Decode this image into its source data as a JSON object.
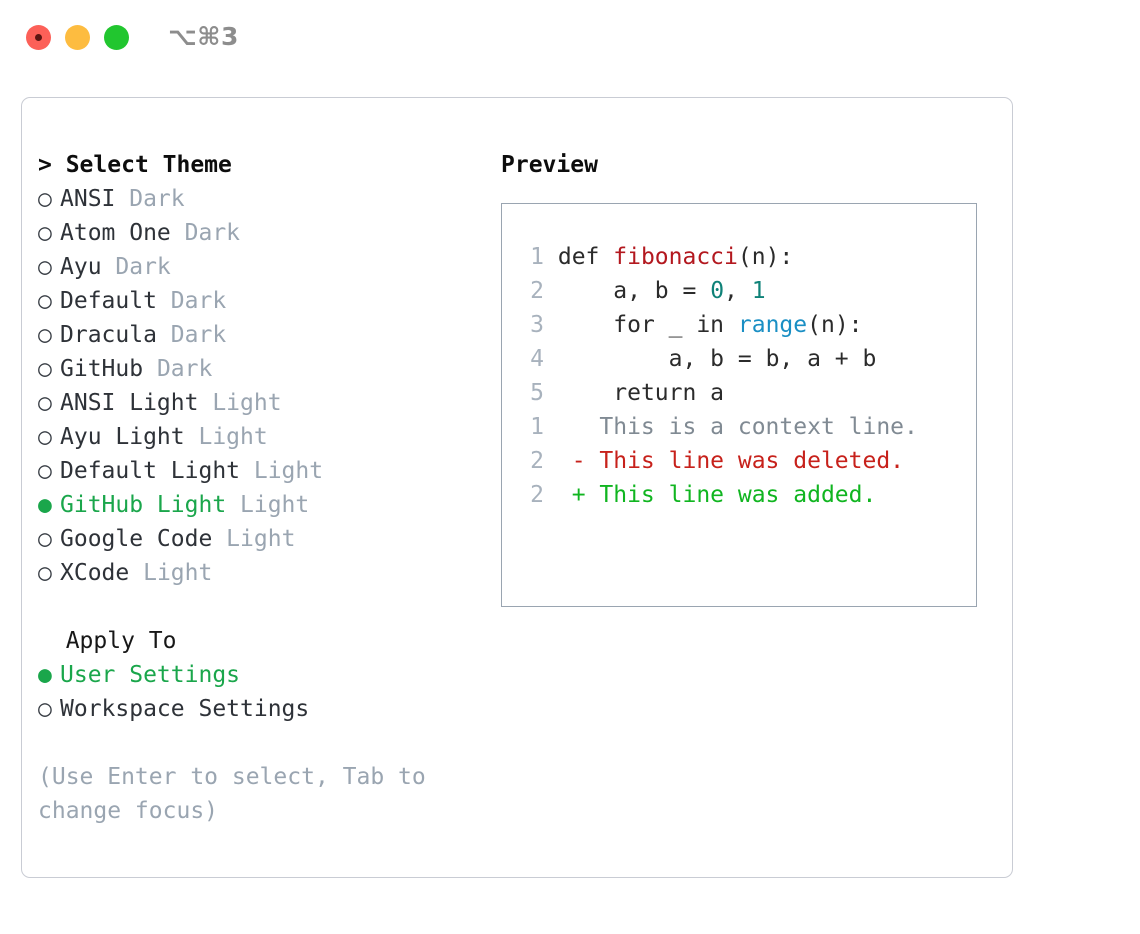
{
  "titlebar": {
    "shortcut": "⌥⌘3",
    "dots": [
      {
        "name": "close",
        "color": "#fc6058"
      },
      {
        "name": "minimize",
        "color": "#fdbc40"
      },
      {
        "name": "maximize",
        "color": "#21c62f"
      }
    ]
  },
  "theme_section": {
    "header_prefix": "> ",
    "header": "Select Theme",
    "bullet_selected": "●",
    "bullet_unselected": "○",
    "items": [
      {
        "name": "ANSI",
        "tag": "Dark",
        "selected": false
      },
      {
        "name": "Atom One",
        "tag": "Dark",
        "selected": false
      },
      {
        "name": "Ayu",
        "tag": "Dark",
        "selected": false
      },
      {
        "name": "Default",
        "tag": "Dark",
        "selected": false
      },
      {
        "name": "Dracula",
        "tag": "Dark",
        "selected": false
      },
      {
        "name": "GitHub",
        "tag": "Dark",
        "selected": false
      },
      {
        "name": "ANSI Light",
        "tag": "Light",
        "selected": false
      },
      {
        "name": "Ayu Light",
        "tag": "Light",
        "selected": false
      },
      {
        "name": "Default Light",
        "tag": "Light",
        "selected": false
      },
      {
        "name": "GitHub Light",
        "tag": "Light",
        "selected": true
      },
      {
        "name": "Google Code",
        "tag": "Light",
        "selected": false
      },
      {
        "name": "XCode",
        "tag": "Light",
        "selected": false
      }
    ]
  },
  "apply_section": {
    "header": "Apply To",
    "items": [
      {
        "name": "User Settings",
        "selected": true
      },
      {
        "name": "Workspace Settings",
        "selected": false
      }
    ]
  },
  "hint": "(Use Enter to select, Tab to change focus)",
  "preview": {
    "title": "Preview",
    "code_lines": [
      {
        "no": "1",
        "parts": [
          {
            "t": "def ",
            "k": "plain"
          },
          {
            "t": "fibonacci",
            "k": "fn"
          },
          {
            "t": "(n):",
            "k": "plain"
          }
        ]
      },
      {
        "no": "2",
        "parts": [
          {
            "t": "    a, b = ",
            "k": "plain"
          },
          {
            "t": "0",
            "k": "num"
          },
          {
            "t": ", ",
            "k": "plain"
          },
          {
            "t": "1",
            "k": "num"
          }
        ]
      },
      {
        "no": "3",
        "parts": [
          {
            "t": "    for _ in ",
            "k": "plain"
          },
          {
            "t": "range",
            "k": "call"
          },
          {
            "t": "(n):",
            "k": "plain"
          }
        ]
      },
      {
        "no": "4",
        "parts": [
          {
            "t": "        a, b = b, a + b",
            "k": "plain"
          }
        ]
      },
      {
        "no": "5",
        "parts": [
          {
            "t": "    return a",
            "k": "plain"
          }
        ]
      }
    ],
    "diff_lines": [
      {
        "no": "1",
        "marker": "  ",
        "text": "This is a context line.",
        "kind": "ctx"
      },
      {
        "no": "2",
        "marker": "- ",
        "text": "This line was deleted.",
        "kind": "del"
      },
      {
        "no": "2",
        "marker": "+ ",
        "text": "This line was added.",
        "kind": "add"
      }
    ]
  },
  "colors": {
    "selected_green": "#1aa64b",
    "muted": "#9aa5b1",
    "diff_add": "#10b520",
    "diff_del": "#c7211b",
    "fn": "#b3181f",
    "num": "#0f8278",
    "call": "#1a8fc4"
  }
}
